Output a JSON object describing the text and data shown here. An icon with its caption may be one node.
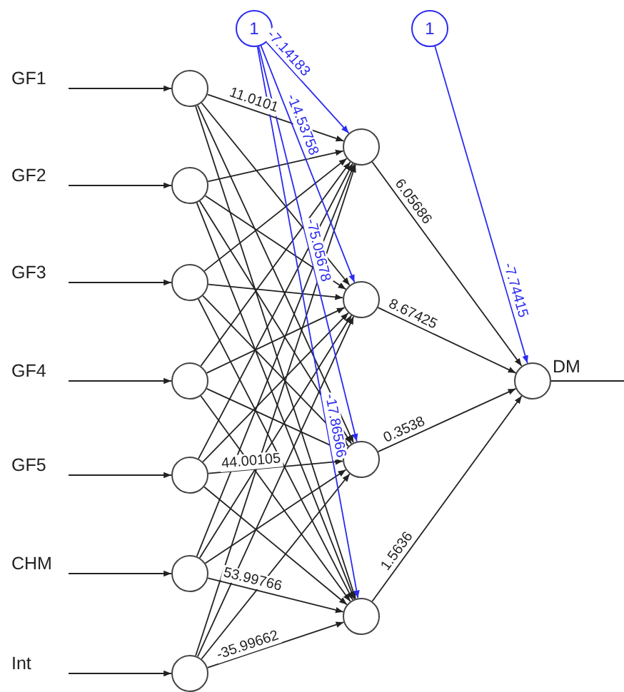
{
  "diagram": {
    "nodes": [
      {
        "text": [
          "GF1"
        ]
      },
      {
        "text": [
          "GF2"
        ]
      },
      {
        "text": [
          "GF3"
        ]
      },
      {
        "text": [
          "GF4"
        ]
      },
      {
        "text": [
          "GF5"
        ]
      },
      {
        "text": [
          "CHM"
        ]
      },
      {
        "text": [
          "Int"
        ]
      },
      {
        "text": [],
        "shape": "circle"
      },
      {
        "text": [],
        "shape": "circle"
      },
      {
        "text": [],
        "shape": "circle"
      },
      {
        "text": [],
        "shape": "circle"
      },
      {
        "text": [],
        "shape": "circle"
      },
      {
        "text": [],
        "shape": "circle"
      },
      {
        "text": [],
        "shape": "circle"
      },
      {
        "text": [
          "1"
        ]
      },
      {
        "text": [
          "1"
        ]
      },
      {
        "text": [],
        "shape": "circle"
      },
      {
        "text": [],
        "shape": "circle"
      },
      {
        "text": [],
        "shape": "circle"
      },
      {
        "text": [],
        "shape": "circle"
      },
      {
        "text": [],
        "shape": "circle",
        "beside": [
          "DM"
        ]
      }
    ],
    "edges": [
      {
        "from": 0,
        "to": 7,
        "arrow": "to"
      },
      {
        "from": 1,
        "to": 8,
        "arrow": "to"
      },
      {
        "from": 2,
        "to": 9,
        "arrow": "to"
      },
      {
        "from": 3,
        "to": 10,
        "arrow": "to"
      },
      {
        "from": 4,
        "to": 11,
        "arrow": "to"
      },
      {
        "from": 5,
        "to": 12,
        "arrow": "to"
      },
      {
        "from": 6,
        "to": 13,
        "arrow": "to"
      },
      {
        "from": 7,
        "to": 16,
        "arrow": "to",
        "label": "11.0101"
      },
      {
        "from": 7,
        "to": 17,
        "arrow": "to"
      },
      {
        "from": 7,
        "to": 18,
        "arrow": "to"
      },
      {
        "from": 7,
        "to": 19,
        "arrow": "to"
      },
      {
        "from": 8,
        "to": 16,
        "arrow": "to"
      },
      {
        "from": 8,
        "to": 17,
        "arrow": "to"
      },
      {
        "from": 8,
        "to": 18,
        "arrow": "to"
      },
      {
        "from": 8,
        "to": 19,
        "arrow": "to"
      },
      {
        "from": 9,
        "to": 16,
        "arrow": "to"
      },
      {
        "from": 9,
        "to": 17,
        "arrow": "to"
      },
      {
        "from": 9,
        "to": 18,
        "arrow": "to"
      },
      {
        "from": 9,
        "to": 19,
        "arrow": "to"
      },
      {
        "from": 10,
        "to": 16,
        "arrow": "to"
      },
      {
        "from": 10,
        "to": 17,
        "arrow": "to"
      },
      {
        "from": 10,
        "to": 18,
        "arrow": "to"
      },
      {
        "from": 10,
        "to": 19,
        "arrow": "to"
      },
      {
        "from": 11,
        "to": 16,
        "arrow": "to"
      },
      {
        "from": 11,
        "to": 17,
        "arrow": "to"
      },
      {
        "from": 11,
        "to": 18,
        "arrow": "to",
        "label": "44.00105"
      },
      {
        "from": 11,
        "to": 19,
        "arrow": "to"
      },
      {
        "from": 12,
        "to": 16,
        "arrow": "to"
      },
      {
        "from": 12,
        "to": 17,
        "arrow": "to"
      },
      {
        "from": 12,
        "to": 18,
        "arrow": "to"
      },
      {
        "from": 12,
        "to": 19,
        "arrow": "to",
        "label": "53.99766"
      },
      {
        "from": 13,
        "to": 16,
        "arrow": "to"
      },
      {
        "from": 13,
        "to": 17,
        "arrow": "to"
      },
      {
        "from": 13,
        "to": 18,
        "arrow": "to"
      },
      {
        "from": 13,
        "to": 19,
        "arrow": "to",
        "label": "-35.99662"
      },
      {
        "from": 14,
        "to": 16,
        "arrow": "to",
        "label": "-7.14183",
        "color": "#2b2bf0"
      },
      {
        "from": 14,
        "to": 17,
        "arrow": "to",
        "label": "-14.53758",
        "color": "#2b2bf0"
      },
      {
        "from": 14,
        "to": 18,
        "arrow": "to",
        "label": "-75.05678",
        "color": "#2b2bf0"
      },
      {
        "from": 14,
        "to": 19,
        "arrow": "to",
        "label": "-17.86566",
        "color": "#2b2bf0"
      },
      {
        "from": 16,
        "to": 20,
        "arrow": "to",
        "label": "6.05686"
      },
      {
        "from": 17,
        "to": 20,
        "arrow": "to",
        "label": "8.67425"
      },
      {
        "from": 18,
        "to": 20,
        "arrow": "to",
        "label": "0.3538"
      },
      {
        "from": 19,
        "to": 20,
        "arrow": "to",
        "label": "1.5636"
      },
      {
        "from": 15,
        "to": 20,
        "arrow": "to",
        "label": "-7.74415",
        "color": "#2b2bf0"
      },
      {
        "from": 20,
        "to": null,
        "arrow": "none"
      }
    ]
  }
}
